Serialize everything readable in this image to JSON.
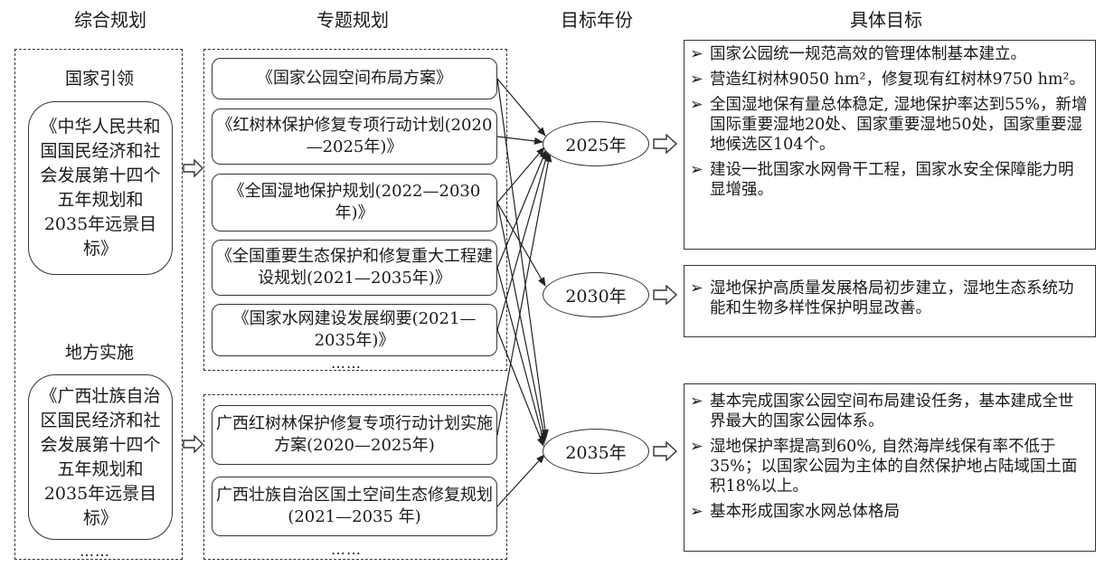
{
  "headers": {
    "col1": "综合规划",
    "col2": "专题规划",
    "col3": "目标年份",
    "col4": "具体目标"
  },
  "comprehensive": {
    "national_label": "国家引领",
    "national_plan": "《中华人民共和国国民经济和社会发展第十四个五年规划和2035年远景目标》",
    "local_label": "地方实施",
    "local_plan": "《广西壮族自治区国民经济和社会发展第十四个五年规划和2035年远景目标》",
    "ellipsis": "……"
  },
  "thematic": {
    "national": [
      "《国家公园空间布局方案》",
      "《红树林保护修复专项行动计划(2020—2025年)》",
      "《全国湿地保护规划(2022—2030年)》",
      "《全国重要生态保护和修复重大工程建设规划(2021—2035年)》",
      "《国家水网建设发展纲要(2021—2035年)》"
    ],
    "national_ellipsis": "……",
    "local": [
      "广西红树林保护修复专项行动计划实施方案(2020—2025年)",
      "广西壮族自治区国土空间生态修复规划(2021—2035 年)"
    ],
    "local_ellipsis": "……"
  },
  "years": [
    "2025年",
    "2030年",
    "2035年"
  ],
  "targets": {
    "y2025": [
      "国家公园统一规范高效的管理体制基本建立。",
      "营造红树林9050 hm²，修复现有红树林9750 hm²。",
      "全国湿地保有量总体稳定, 湿地保护率达到55%，新增国际重要湿地20处、国家重要湿地50处，国家重要湿地候选区104个。",
      "建设一批国家水网骨干工程，国家水安全保障能力明显增强。"
    ],
    "y2030": [
      "湿地保护高质量发展格局初步建立，湿地生态系统功能和生物多样性保护明显改善。"
    ],
    "y2035": [
      "基本完成国家公园空间布局建设任务，基本建成全世界最大的国家公园体系。",
      "湿地保护率提高到60%, 自然海岸线保有率不低于35%；以国家公园为主体的自然保护地占陆域国土面积18%以上。",
      "基本形成国家水网总体格局"
    ]
  },
  "bullet_marker": "➢",
  "arrow_glyph": "⇨"
}
